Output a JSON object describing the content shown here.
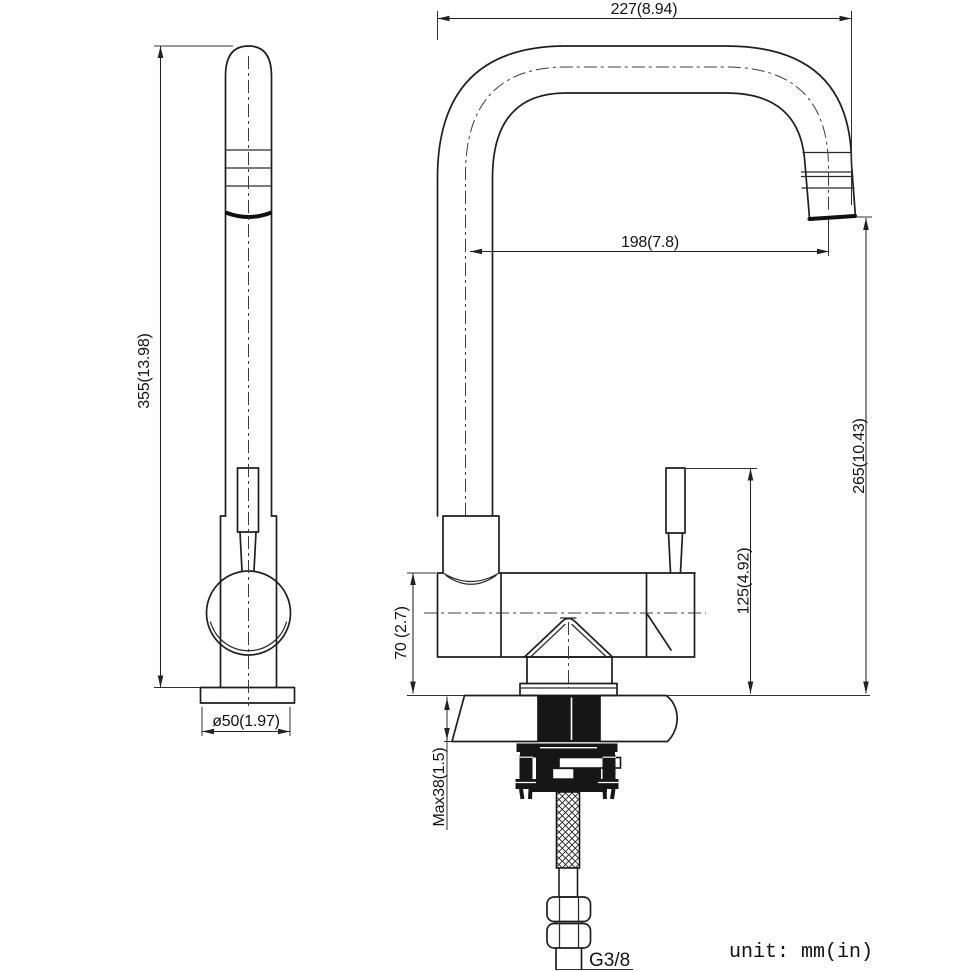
{
  "meta": {
    "drawing_type": "faucet installation dimension drawing",
    "background_color": "#ffffff",
    "line_color": "#1f1f1f"
  },
  "note": {
    "units": "unit: mm(in)"
  },
  "dims": {
    "overall_width": "227(8.94)",
    "spout_reach": "198(7.8)",
    "total_height": "355(13.98)",
    "outlet_height": "265(10.43)",
    "handle_height": "125(4.92)",
    "body_height": "70 (2.7)",
    "base_diameter": "ø50(1.97)",
    "max_counter_thickness": "Max38(1.5)",
    "connector_thread": "G3/8"
  }
}
